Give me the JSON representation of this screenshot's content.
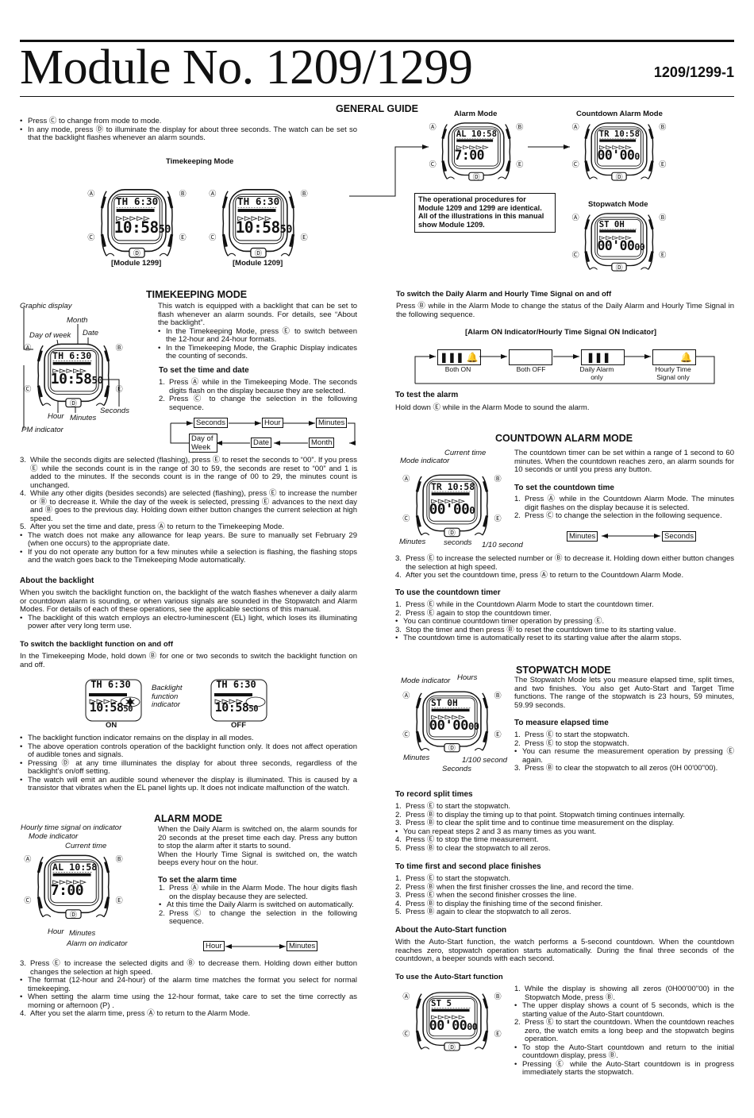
{
  "header": {
    "title": "Module No. 1209/1299",
    "page_id": "1209/1299-1"
  },
  "general": {
    "heading": "GENERAL GUIDE",
    "bullets": [
      {
        "m": "•",
        "t": "Press Ⓒ to change from mode to mode."
      },
      {
        "m": "•",
        "t": "In any mode, press Ⓓ to illuminate the display for about three seconds. The watch can be set so that the backlight flashes whenever an alarm sounds."
      }
    ],
    "timekeeping_label": "Timekeeping Mode",
    "module_1299": "[Module 1299]",
    "module_1209": "[Module 1209]",
    "alarm_label": "Alarm Mode",
    "countdown_label": "Countdown Alarm Mode",
    "stopwatch_label": "Stopwatch Mode",
    "note": "The operational procedures for Module 1209 and 1299 are identical. All of the illustrations in this manual show Module 1209."
  },
  "buttons": {
    "a": "Ⓐ",
    "b": "Ⓑ",
    "c": "Ⓒ",
    "d": "Ⓓ",
    "e": "Ⓔ"
  },
  "watches": {
    "m1299": {
      "top": "TH 6:30",
      "main": "10:58",
      "small": "50"
    },
    "m1209": {
      "top": "TH 6:30",
      "main": "10:58",
      "small": "50"
    },
    "alarm_top": {
      "top": "AL 10:58",
      "main": "7:00",
      "small": ""
    },
    "countdown_top": {
      "top": "TR 10:58",
      "main": "00'00",
      "small": "0"
    },
    "stopwatch_top": {
      "top": "ST 0H",
      "main": "00'00",
      "small": "00"
    },
    "tk": {
      "top": "TH 6:30",
      "main": "10:58",
      "small": "50"
    },
    "alarm": {
      "top": "AL 10:58",
      "main": "7:00",
      "small": ""
    },
    "countdown": {
      "top": "TR 10:58",
      "main": "00'00",
      "small": "0"
    },
    "stopwatch": {
      "top": "ST 0H",
      "main": "00'00",
      "small": "00"
    },
    "autostart": {
      "top": "ST    5",
      "main": "00'00",
      "small": "00"
    },
    "bl_on": {
      "top": "TH 6:30",
      "main": "10:58",
      "small": "50"
    },
    "bl_off": {
      "top": "TH 6:30",
      "main": "10:58",
      "small": "50"
    }
  },
  "timekeeping": {
    "heading": "TIMEKEEPING MODE",
    "labels": {
      "graphic": "Graphic display",
      "month": "Month",
      "dow": "Day of week",
      "date": "Date",
      "seconds": "Seconds",
      "hour": "Hour",
      "minutes": "Minutes",
      "pm": "PM indicator"
    },
    "intro": [
      {
        "m": "",
        "t": "This watch is equipped with a backlight that can be set to flash whenever an alarm sounds. For details, see “About the backlight”."
      },
      {
        "m": "•",
        "t": "In the Timekeeping Mode, press Ⓔ to switch between the 12-hour and 24-hour formats."
      },
      {
        "m": "•",
        "t": "In the Timekeeping Mode, the Graphic Display indicates the counting of seconds."
      }
    ],
    "set_heading": "To set the time and date",
    "set_steps": [
      {
        "m": "1.",
        "t": "Press Ⓐ while in the Timekeeping Mode. The seconds digits flash on the display because they are selected."
      },
      {
        "m": "2.",
        "t": "Press Ⓒ to change the selection in the following sequence."
      }
    ],
    "sequence": [
      "Seconds",
      "Hour",
      "Minutes",
      "Month",
      "Date",
      "Day of Week"
    ],
    "more_steps": [
      {
        "m": "3.",
        "t": "While the seconds digits are selected (flashing), press Ⓔ to reset the seconds to “00”. If you press Ⓔ while the seconds count is in the range of 30 to 59, the seconds are reset to “00” and 1 is added to the minutes. If the seconds count is in the range of 00 to 29, the minutes count is unchanged."
      },
      {
        "m": "4.",
        "t": "While any other digits (besides seconds) are selected (flashing), press Ⓔ to increase the number or Ⓑ to decrease it. While the day of the week is selected, pressing Ⓔ advances to the next day and Ⓑ goes to the previous day. Holding down either button changes the current selection at high speed."
      },
      {
        "m": "5.",
        "t": "After you set the time and date, press Ⓐ to return to the Timekeeping Mode."
      },
      {
        "m": "•",
        "t": "The watch does not make any allowance for leap years. Be sure to manually set February 29 (when one occurs) to the appropriate date."
      },
      {
        "m": "•",
        "t": "If you do not operate any button for a few minutes while a selection is flashing, the flashing stops and the watch goes back to the Timekeeping Mode automatically."
      }
    ]
  },
  "backlight": {
    "heading": "About the backlight",
    "body": [
      {
        "m": "",
        "t": "When you switch the backlight function on, the backlight of the watch flashes whenever a daily alarm or countdown alarm is sounding, or when various signals are sounded in the Stopwatch and Alarm Modes. For details of each of these operations, see the applicable sections of this manual."
      },
      {
        "m": "•",
        "t": "The backlight of this watch employs an electro-luminescent (EL) light, which loses its illuminating power after very long term use."
      }
    ],
    "switch_heading": "To switch the backlight function on and off",
    "switch_text": "In the Timekeeping Mode, hold down Ⓑ for one or two seconds to switch the backlight function on and off.",
    "indicator_label": "Backlight function indicator",
    "on": "ON",
    "off": "OFF",
    "notes": [
      {
        "m": "•",
        "t": "The backlight function indicator remains on the display in all modes."
      },
      {
        "m": "•",
        "t": "The above operation controls operation of the backlight function only. It does not affect operation of audible tones and signals."
      },
      {
        "m": "•",
        "t": "Pressing Ⓓ at any time illuminates the display for about three seconds, regardless of the backlight’s on/off setting."
      },
      {
        "m": "•",
        "t": "The watch will emit an audible sound whenever the display is illuminated. This is caused by a transistor that vibrates when the EL panel lights up. It does not indicate malfunction of the watch."
      }
    ]
  },
  "alarm": {
    "heading": "ALARM MODE",
    "labels": {
      "hourly": "Hourly time signal on indicator",
      "mode": "Mode indicator",
      "current": "Current time",
      "hour": "Hour",
      "minutes": "Minutes",
      "alarm_on": "Alarm on indicator"
    },
    "intro": [
      {
        "m": "",
        "t": "When the Daily Alarm is switched on, the alarm sounds for 20 seconds at the preset time each day. Press any button to stop the alarm after it starts to sound."
      },
      {
        "m": "",
        "t": "When the Hourly Time Signal is switched on, the watch beeps every hour on the hour."
      }
    ],
    "set_heading": "To set the alarm time",
    "set_steps": [
      {
        "m": "1.",
        "t": "Press Ⓐ while in the Alarm Mode. The hour digits flash on the display because they are selected."
      },
      {
        "m": " •",
        "t": "At this time the Daily Alarm is switched on automatically."
      },
      {
        "m": "2.",
        "t": "Press Ⓒ to change the selection in the following sequence."
      }
    ],
    "sequence": [
      "Hour",
      "Minutes"
    ],
    "more_steps": [
      {
        "m": "3.",
        "t": "Press Ⓔ to increase the selected digits and Ⓑ to decrease them. Holding down either button changes the selection at high speed."
      },
      {
        "m": "•",
        "t": "The format (12-hour and 24-hour) of the alarm time matches the format you select for normal timekeeping."
      },
      {
        "m": "•",
        "t": "When setting the alarm time using the 12-hour format, take care to set the time correctly as morning or afternoon (P) ."
      },
      {
        "m": "4.",
        "t": "After you set the alarm time, press Ⓐ to return to the Alarm Mode."
      }
    ],
    "switch_heading": "To switch the Daily Alarm and Hourly Time Signal on and off",
    "switch_text": "Press Ⓑ while in the Alarm Mode to change the status of the Daily Alarm and Hourly Time Signal in the following sequence.",
    "indicator_caption": "[Alarm ON Indicator/Hourly Time Signal ON Indicator]",
    "states": [
      {
        "icon": "❚❚❚ 🔔",
        "label": "Both ON"
      },
      {
        "icon": "",
        "label": "Both OFF"
      },
      {
        "icon": "❚❚❚",
        "label": "Daily Alarm only"
      },
      {
        "icon": "🔔",
        "label": "Hourly Time Signal only"
      }
    ],
    "test_heading": "To test the alarm",
    "test_text": "Hold down Ⓔ while in the Alarm Mode to sound the alarm."
  },
  "countdown": {
    "heading": "COUNTDOWN ALARM MODE",
    "labels": {
      "current": "Current time",
      "mode": "Mode indicator",
      "minutes": "Minutes",
      "seconds": "seconds",
      "tenth": "1/10 second"
    },
    "intro": "The countdown timer can be set within a range of 1 second to 60 minutes. When the countdown reaches zero, an alarm sounds for 10 seconds or until you press any button.",
    "set_heading": "To set the countdown time",
    "set_steps": [
      {
        "m": "1.",
        "t": "Press Ⓐ while in the Countdown Alarm Mode. The minutes digit flashes on the display because it is selected."
      },
      {
        "m": "2.",
        "t": "Press Ⓒ to change the selection in the following sequence."
      }
    ],
    "sequence": [
      "Minutes",
      "Seconds"
    ],
    "more_steps": [
      {
        "m": "3.",
        "t": "Press Ⓔ to increase the selected number or Ⓑ to decrease it. Holding down either button changes the selection at high speed."
      },
      {
        "m": "4.",
        "t": "After you set the countdown time, press Ⓐ to return to the Countdown Alarm Mode."
      }
    ],
    "use_heading": "To use the countdown timer",
    "use_steps": [
      {
        "m": "1.",
        "t": "Press Ⓔ while in the Countdown Alarm Mode to start the countdown timer."
      },
      {
        "m": "2.",
        "t": "Press Ⓔ again to stop the countdown timer."
      },
      {
        "m": "•",
        "t": "You can continue countdown timer operation by pressing Ⓔ."
      },
      {
        "m": "3.",
        "t": "Stop the timer and then press Ⓑ to reset the countdown time to its starting value."
      },
      {
        "m": "•",
        "t": "The countdown time is automatically reset to its starting value after the alarm stops."
      }
    ]
  },
  "stopwatch": {
    "heading": "STOPWATCH MODE",
    "labels": {
      "mode": "Mode indicator",
      "hours": "Hours",
      "minutes": "Minutes",
      "hundredth": "1/100 second",
      "seconds": "Seconds"
    },
    "intro": "The Stopwatch Mode lets you measure elapsed time, split times, and two finishes. You also get Auto-Start and Target Time functions. The range of the stopwatch is 23 hours, 59 minutes, 59.99 seconds.",
    "measure_heading": "To measure elapsed time",
    "measure_steps": [
      {
        "m": "1.",
        "t": "Press Ⓔ to start the stopwatch."
      },
      {
        "m": "2.",
        "t": "Press Ⓔ to stop the stopwatch."
      },
      {
        "m": "•",
        "t": "You can resume the measurement operation by pressing Ⓔ again."
      },
      {
        "m": "3.",
        "t": "Press Ⓑ to clear the stopwatch to all zeros (0H 00'00\"00)."
      }
    ],
    "split_heading": "To record split times",
    "split_steps": [
      {
        "m": "1.",
        "t": "Press Ⓔ to start the stopwatch."
      },
      {
        "m": "2.",
        "t": "Press Ⓑ to display the timing up to that point. Stopwatch timing continues internally."
      },
      {
        "m": "3.",
        "t": "Press Ⓑ to clear the split time and to continue time measurement on the display."
      },
      {
        "m": "•",
        "t": "You can repeat steps 2 and 3 as many times as you want."
      },
      {
        "m": "4.",
        "t": "Press Ⓔ to stop the time measurement."
      },
      {
        "m": "5.",
        "t": "Press Ⓑ to clear the stopwatch to all zeros."
      }
    ],
    "finish_heading": "To time first and second place finishes",
    "finish_steps": [
      {
        "m": "1.",
        "t": "Press Ⓔ to start the stopwatch."
      },
      {
        "m": "2.",
        "t": "Press Ⓑ when the first finisher crosses the line, and record the time."
      },
      {
        "m": "3.",
        "t": "Press Ⓔ when the second finisher crosses the line."
      },
      {
        "m": "4.",
        "t": "Press Ⓑ to display the finishing time of the second finisher."
      },
      {
        "m": "5.",
        "t": "Press Ⓑ again to clear the stopwatch to all zeros."
      }
    ],
    "auto_heading": "About the Auto-Start function",
    "auto_text": "With the Auto-Start function, the watch performs a 5-second countdown. When the countdown reaches zero, stopwatch operation starts automatically. During the final three seconds of the countdown, a beeper sounds with each second.",
    "auto_use_heading": "To use the Auto-Start function",
    "auto_steps": [
      {
        "m": "1.",
        "t": "While the display is showing all zeros (0H00'00\"00) in the Stopwatch Mode, press Ⓑ."
      },
      {
        "m": "•",
        "t": "The upper display shows a count of 5 seconds, which is the starting value of the Auto-Start countdown."
      },
      {
        "m": "2.",
        "t": "Press Ⓔ to start the countdown. When the countdown reaches zero, the watch emits a long beep and the stopwatch begins operation."
      },
      {
        "m": "•",
        "t": "To stop the Auto-Start countdown and return to the initial countdown display, press Ⓑ."
      },
      {
        "m": "•",
        "t": "Pressing Ⓔ while the Auto-Start countdown is in progress immediately starts the stopwatch."
      }
    ]
  }
}
